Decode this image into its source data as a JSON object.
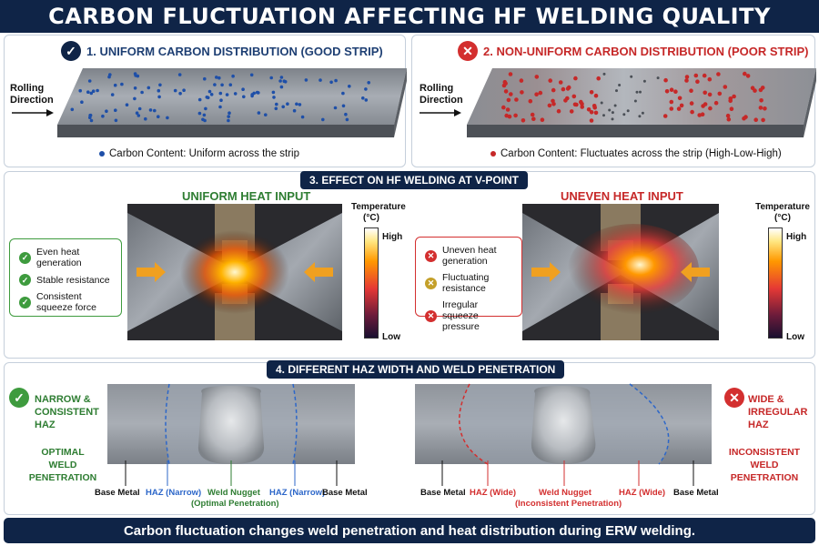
{
  "title": "CARBON FLUCTUATION AFFECTING HF WELDING QUALITY",
  "section1": {
    "title": "1. UNIFORM CARBON DISTRIBUTION (GOOD STRIP)",
    "rolling_direction": "Rolling Direction",
    "caption": "Carbon Content: Uniform across the strip",
    "dot_color": "#1e4fa8"
  },
  "section2": {
    "title": "2. NON-UNIFORM CARBON DISTRIBUTION (POOR STRIP)",
    "rolling_direction": "Rolling Direction",
    "caption": "Carbon Content: Fluctuates across the strip (High-Low-High)",
    "dot_color": "#c62828"
  },
  "section3": {
    "title": "3. EFFECT ON HF WELDING AT V-POINT",
    "left": {
      "subtitle": "UNIFORM HEAT INPUT",
      "items": [
        "Even heat generation",
        "Stable resistance",
        "Consistent squeeze force"
      ],
      "icons": [
        "check-icon",
        "check-icon",
        "check-icon"
      ]
    },
    "right": {
      "subtitle": "UNEVEN HEAT INPUT",
      "items": [
        "Uneven heat generation",
        "Fluctuating resistance",
        "Irregular squeeze pressure"
      ],
      "icons": [
        "cross-icon",
        "cross-icon",
        "cross-icon"
      ]
    },
    "scale": {
      "title": "Temperature (°C)",
      "high": "High",
      "low": "Low"
    }
  },
  "section4": {
    "title": "4. DIFFERENT HAZ WIDTH AND WELD PENETRATION",
    "left": {
      "heading": "NARROW & CONSISTENT HAZ",
      "sub": "OPTIMAL WELD PENETRATION",
      "labels": {
        "base1": "Base Metal",
        "haz1": "HAZ (Narrow)",
        "nugget": "Weld Nugget",
        "nugget_sub": "(Optimal Penetration)",
        "haz2": "HAZ (Narrow)",
        "base2": "Base Metal"
      }
    },
    "right": {
      "heading": "WIDE & IRREGULAR HAZ",
      "sub": "INCONSISTENT WELD PENETRATION",
      "labels": {
        "base1": "Base Metal",
        "haz1": "HAZ (Wide)",
        "nugget": "Weld Nugget",
        "nugget_sub": "(Inconsistent Penetration)",
        "haz2": "HAZ (Wide)",
        "base2": "Base Metal"
      }
    }
  },
  "footer": "Carbon fluctuation changes weld penetration and heat distribution during ERW welding.",
  "colors": {
    "navy": "#0f2447",
    "good": "#3e9b3e",
    "bad": "#d32f2f",
    "haz_blue": "#2d67c9",
    "haz_red": "#d32f2f"
  }
}
